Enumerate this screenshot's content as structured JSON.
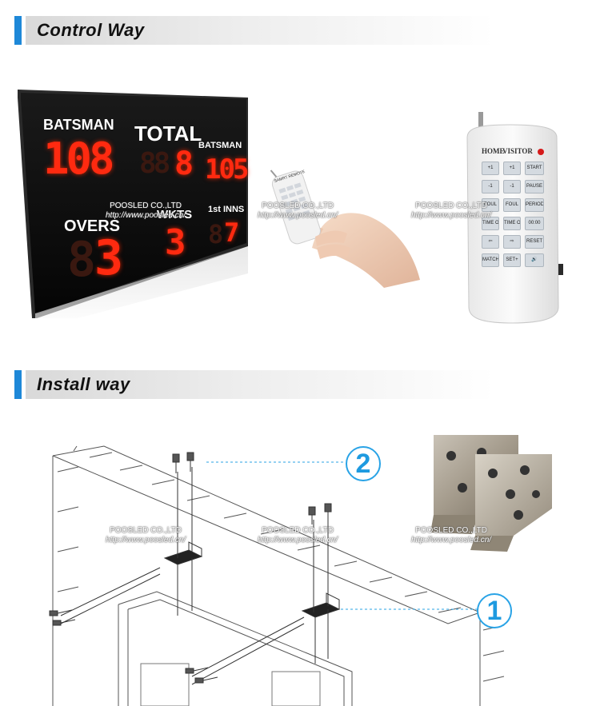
{
  "sections": {
    "control": {
      "title": "Control  Way"
    },
    "install": {
      "title": "Install  way"
    }
  },
  "scoreboard": {
    "batsman_left_label": "BATSMAN",
    "batsman_left_value": "108",
    "total_label": "TOTAL",
    "total_value": "8",
    "batsman_right_label": "BATSMAN",
    "batsman_right_value": "105",
    "overs_label": "OVERS",
    "overs_value": "3",
    "wkts_label": "WKTS",
    "wkts_value": "3",
    "innings_label": "1st INNS",
    "innings_value": "7"
  },
  "remote": {
    "header_home": "HOME",
    "header_visitor": "VISITOR",
    "buttons": [
      "+1",
      "+1",
      "START",
      "-1",
      "-1",
      "PAUSE",
      "FOUL",
      "FOUL",
      "PERIOD",
      "TIME OUT",
      "TIME OUT",
      "00:00",
      "⇦",
      "⇨",
      "RESET",
      "MATCH",
      "SET+",
      "🔊"
    ]
  },
  "small_remote": {
    "label": "SAMRT REMOTE"
  },
  "watermark": {
    "company": "POOSLED CO.,LTD",
    "url": "http://www.poosled.cn/"
  },
  "callouts": {
    "one": "1",
    "two": "2"
  },
  "colors": {
    "accent": "#1e88d8",
    "led_red": "#ff2a10",
    "callout_blue": "#29a3e6"
  }
}
